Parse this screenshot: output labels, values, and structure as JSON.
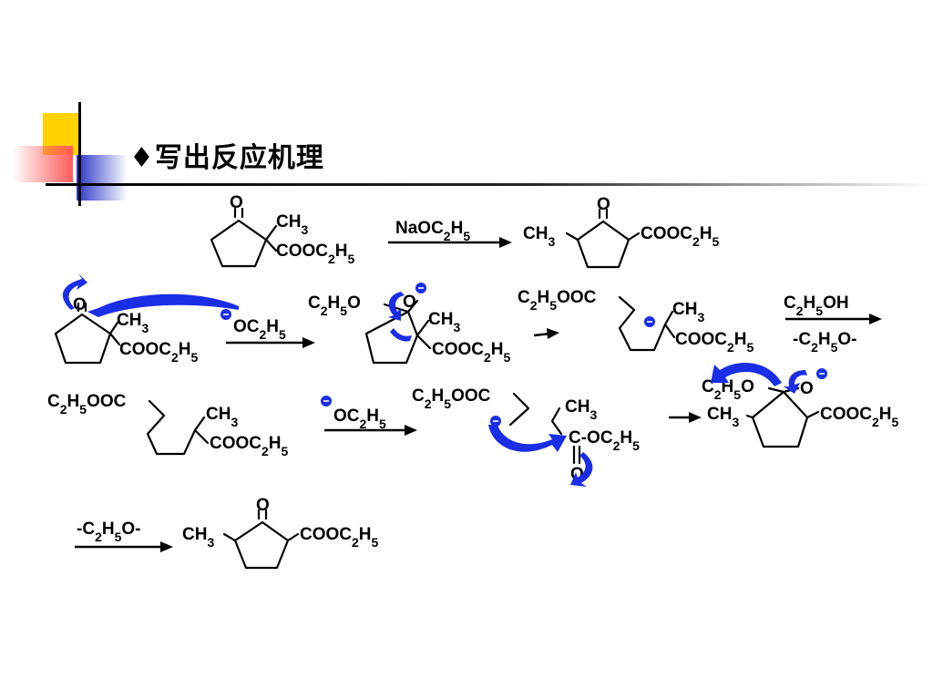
{
  "title": "♦写出反应机理",
  "colors": {
    "accent_yellow": "#ffd200",
    "accent_red": "#ff5a5a",
    "accent_blue": "#2a35c8",
    "arrow_blue": "#1a2ee6"
  },
  "labels": {
    "O": "O",
    "CH3": "CH3",
    "COOC2H5": "COOC2H5",
    "OC2H5": "OC2H5",
    "C2H5O": "C2H5O",
    "C2H5OOC": "C2H5OOC",
    "C_OC2H5": "C-OC2H5",
    "reagent1": "NaOC2H5",
    "reagent2_top": "C2H5OH",
    "reagent2_bottom": "-C2H5O-",
    "reagent3": "-C2H5O-"
  }
}
